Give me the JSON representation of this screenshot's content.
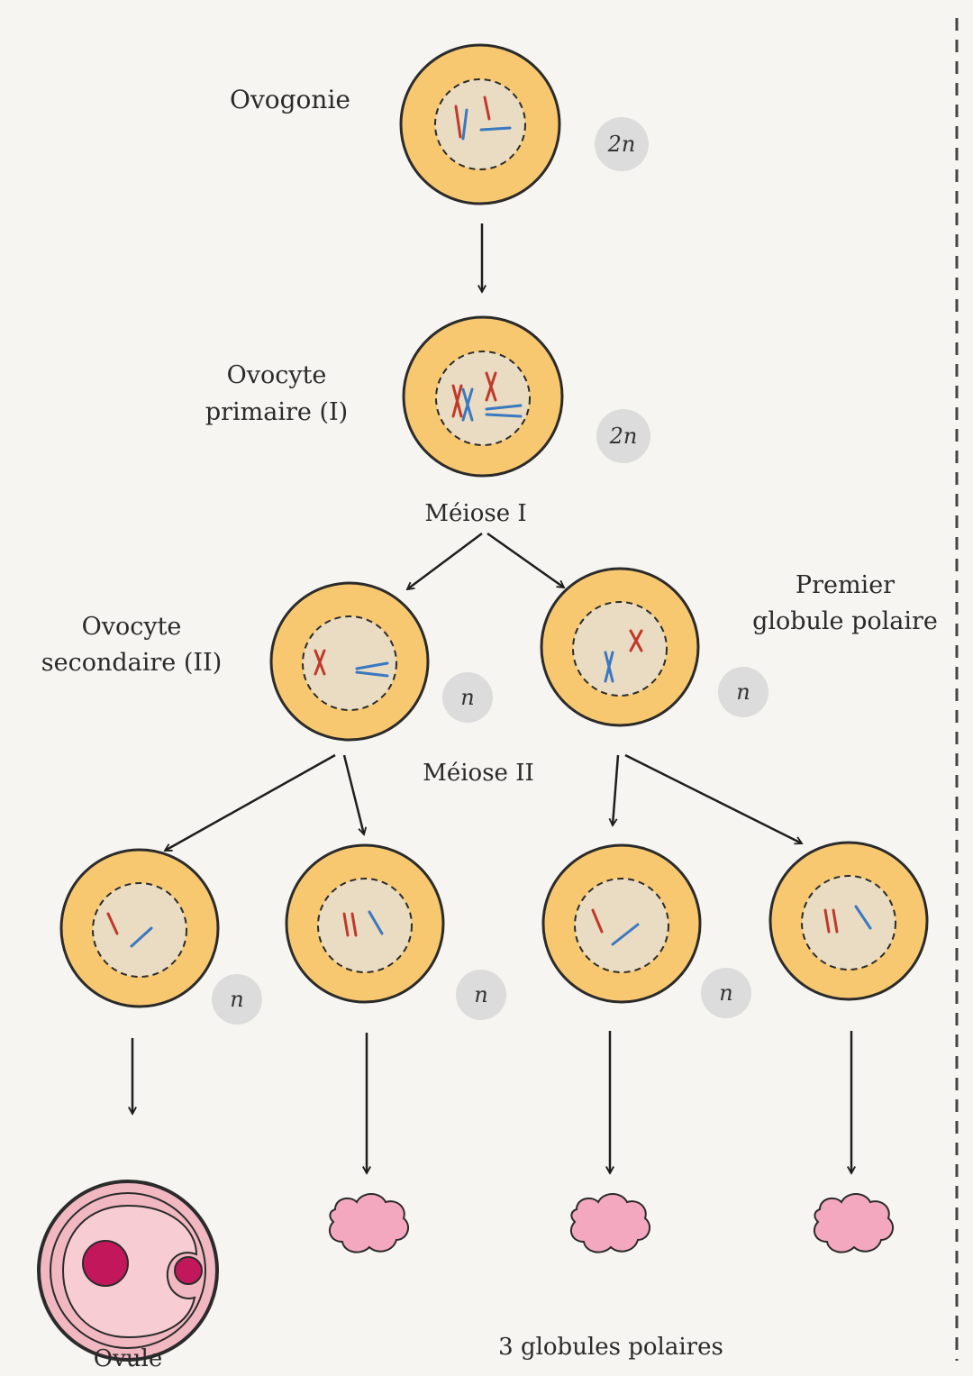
{
  "labels": {
    "ovogonie": "Ovogonie",
    "ovocyte_primaire_line1": "Ovocyte",
    "ovocyte_primaire_line2": "primaire (I)",
    "meiose_1": "Méiose I",
    "ovocyte_secondaire_line1": "Ovocyte",
    "ovocyte_secondaire_line2": "secondaire (II)",
    "premier_globule_line1": "Premier",
    "premier_globule_line2": "globule polaire",
    "meiose_2": "Méiose II",
    "ovule": "Ovule",
    "globules_polaires": "3 globules polaires"
  },
  "ploidy": {
    "ovogonie": "2n",
    "ovocyte_primaire": "2n",
    "ovocyte_secondaire": "n",
    "premier_globule": "n",
    "meiose2_left": "n",
    "meiose2_middle": "n",
    "meiose2_right": "n"
  },
  "colors": {
    "cell_cytoplasm": "#f7c870",
    "cell_outline": "#2b2b2b",
    "nucleus": "#e9dcc2",
    "chromosome_red": "#c0392b",
    "chromosome_blue": "#3a78c2",
    "ploidy_badge": "#dcdcdc",
    "ovule_outer": "#f2b8c2",
    "ovule_inner": "#f7cdd3",
    "ovule_nucleus": "#c2185b",
    "polar_body": "#f3a8c0",
    "background": "#f4f3ef"
  }
}
